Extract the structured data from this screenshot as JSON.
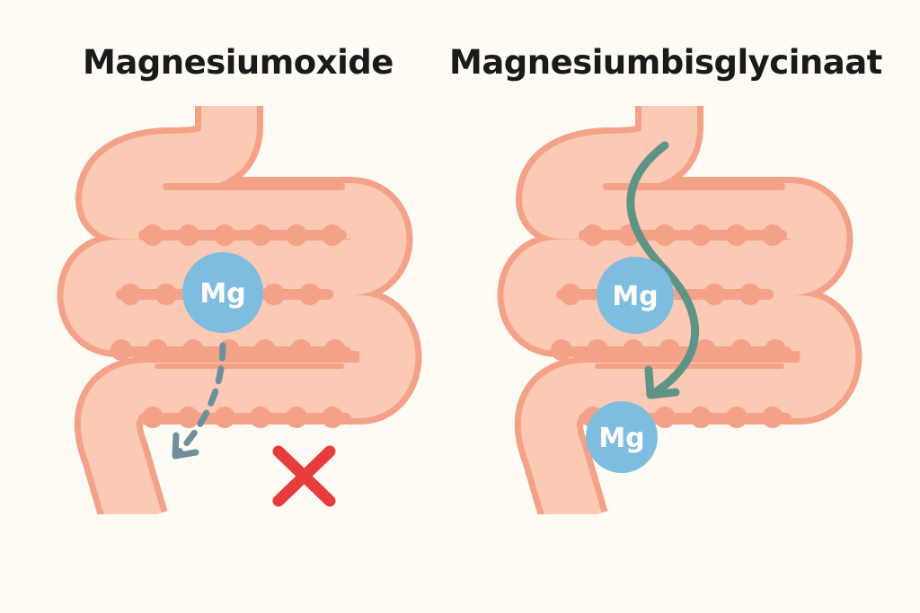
{
  "panels": [
    {
      "title": "Magnesiumoxide",
      "mg_labels": [
        "Mg"
      ],
      "absorbed": false
    },
    {
      "title": "Magnesiumbisglycinaat",
      "mg_labels": [
        "Mg",
        "Mg"
      ],
      "absorbed": true
    }
  ],
  "colors": {
    "background": "#fdfbf3",
    "intestine_fill": "#fbc9b4",
    "intestine_outline": "#f4a287",
    "magnesium": "#7fbde0",
    "dashed_arrow": "#6e8f9c",
    "absorb_arrow": "#5e9486",
    "cross": "#e83c3c"
  }
}
